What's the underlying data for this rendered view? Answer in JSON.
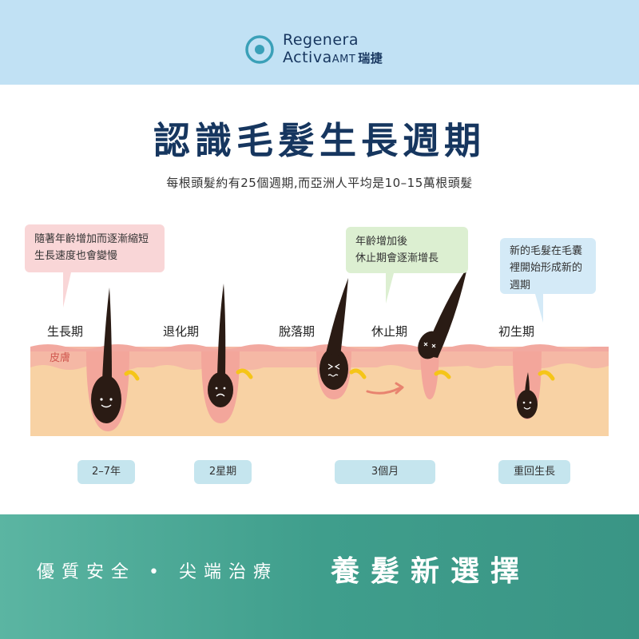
{
  "header": {
    "logo_line1": "Regenera",
    "logo_line2": "Activa",
    "logo_amt": "AMT",
    "logo_cn": "瑞捷"
  },
  "title": "認識毛髮生長週期",
  "subtitle": "每根頭髮約有25個週期,而亞洲人平均是10–15萬根頭髮",
  "bubbles": {
    "growth_note": [
      "隨著年齡增加而逐漸縮短",
      "生長速度也會變慢"
    ],
    "resting_note": [
      "年齡增加後",
      "休止期會逐漸增長"
    ],
    "new_note": [
      "新的毛髮在毛囊",
      "裡開始形成新的",
      "週期"
    ]
  },
  "skin_label": "皮膚",
  "stages": [
    {
      "label": "生長期"
    },
    {
      "label": "退化期"
    },
    {
      "label": "脫落期"
    },
    {
      "label": "休止期"
    },
    {
      "label": "初生期"
    }
  ],
  "durations": [
    {
      "label": "2–7年"
    },
    {
      "label": "2星期"
    },
    {
      "label": "3個月"
    },
    {
      "label": "重回生長"
    }
  ],
  "footer": {
    "left": "優質安全 • 尖端治療",
    "right": "養髮新選擇"
  },
  "colors": {
    "header_bg": "#c1e1f4",
    "title": "#16365f",
    "skin_top": "#f5b8a5",
    "skin_body": "#f8d2a4",
    "hair": "#2a1b14",
    "footer": "#45a391"
  }
}
